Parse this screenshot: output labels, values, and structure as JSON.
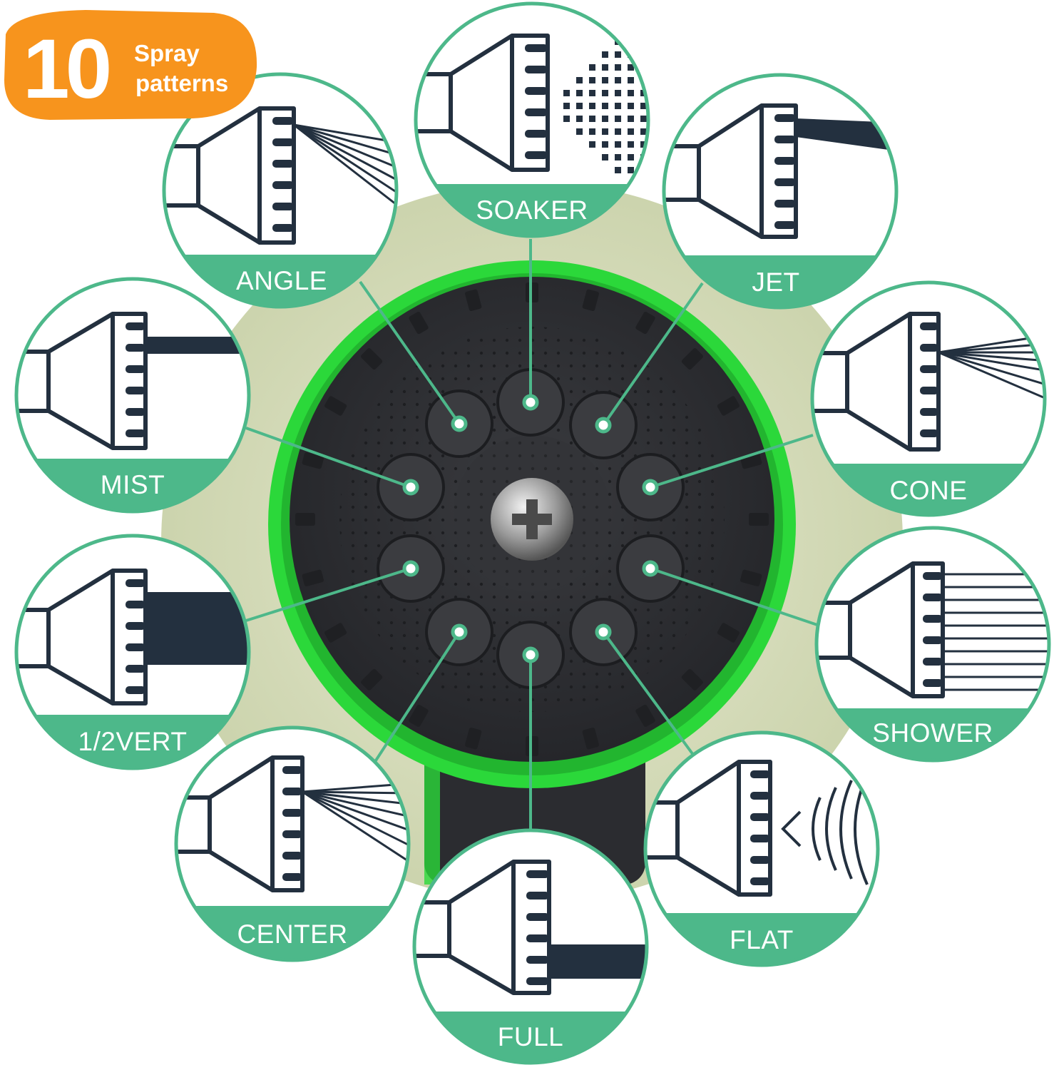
{
  "badge": {
    "number": "10",
    "line1": "Spray",
    "line2": "patterns",
    "color": "#F7941D"
  },
  "colors": {
    "accent": "#4DB88A",
    "ink": "#23303F",
    "rim": "#2BD83A",
    "nozzle": "#2E2F33"
  },
  "patterns": [
    {
      "id": "soaker",
      "label": "SOAKER"
    },
    {
      "id": "angle",
      "label": "ANGLE"
    },
    {
      "id": "jet",
      "label": "JET"
    },
    {
      "id": "mist",
      "label": "MIST"
    },
    {
      "id": "cone",
      "label": "CONE"
    },
    {
      "id": "vert",
      "label": "1/2VERT"
    },
    {
      "id": "shower",
      "label": "SHOWER"
    },
    {
      "id": "center",
      "label": "CENTER"
    },
    {
      "id": "flat",
      "label": "FLAT"
    },
    {
      "id": "full",
      "label": "FULL"
    }
  ]
}
